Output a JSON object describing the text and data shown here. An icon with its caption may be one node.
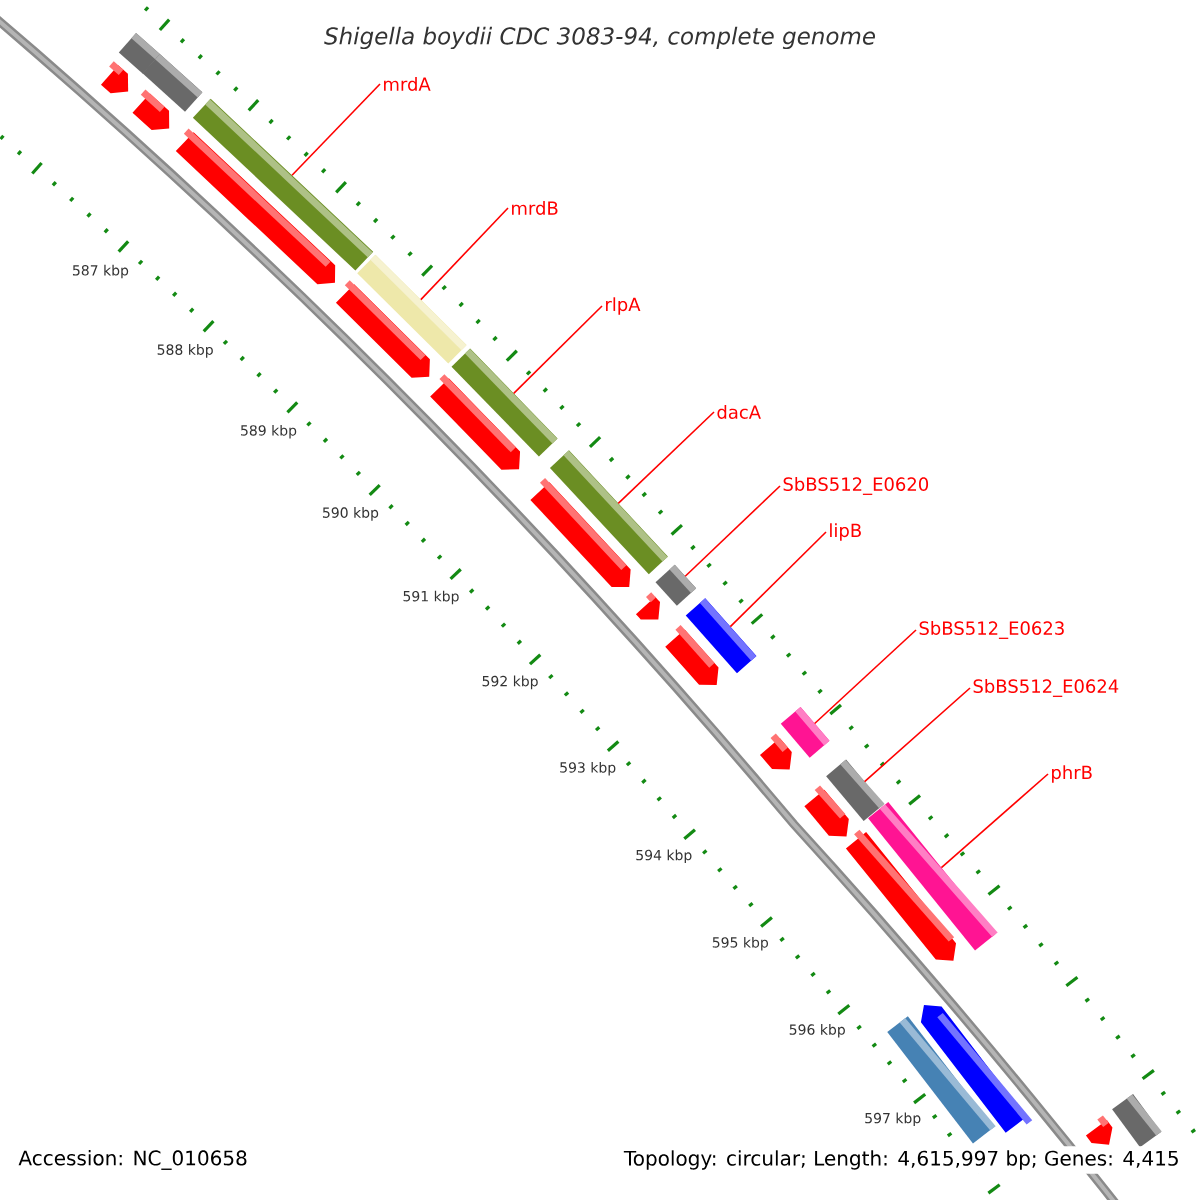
{
  "diagram": {
    "title": "Shigella boydii CDC 3083-94, complete genome",
    "nodes": [
      {
        "text": [
          "mrdA"
        ]
      },
      {
        "text": [
          "mrdB"
        ]
      },
      {
        "text": [
          "rlpA"
        ]
      },
      {
        "text": [
          "dacA"
        ]
      },
      {
        "text": [
          "SbBS512_E0620"
        ]
      },
      {
        "text": [
          "lipB"
        ]
      },
      {
        "text": [
          "SbBS512_E0623"
        ]
      },
      {
        "text": [
          "SbBS512_E0624"
        ]
      },
      {
        "text": [
          "phrB"
        ]
      },
      {
        "text": [],
        "shape": "pentagon"
      },
      {
        "text": [],
        "shape": "bar"
      },
      {
        "text": [],
        "shape": "pentagon"
      },
      {
        "text": [],
        "shape": "bar"
      },
      {
        "text": [],
        "shape": "pentagon"
      },
      {
        "text": [],
        "shape": "bar"
      },
      {
        "text": [],
        "shape": "pentagon"
      },
      {
        "text": [],
        "shape": "bar"
      },
      {
        "text": [],
        "shape": "pentagon"
      },
      {
        "text": [],
        "shape": "bar"
      },
      {
        "text": [],
        "shape": "pentagon"
      },
      {
        "text": [],
        "shape": "bar"
      },
      {
        "text": [],
        "shape": "pentagon"
      },
      {
        "text": [],
        "shape": "bar"
      },
      {
        "text": [],
        "shape": "pentagon"
      },
      {
        "text": [],
        "shape": "bar"
      },
      {
        "text": [],
        "shape": "pentagon"
      },
      {
        "text": [],
        "shape": "bar"
      },
      {
        "text": [],
        "shape": "pentagon"
      },
      {
        "text": [],
        "shape": "bar"
      },
      {
        "text": [],
        "shape": "pentagon"
      },
      {
        "text": [],
        "shape": "bar"
      },
      {
        "text": [],
        "shape": "bar"
      },
      {
        "text": [],
        "shape": "pentagon"
      },
      {
        "text": [],
        "shape": "pentagon"
      },
      {
        "text": [],
        "shape": "bar"
      }
    ],
    "edges": [
      {
        "from": 0,
        "to": 14,
        "arrow": "none"
      },
      {
        "from": 1,
        "to": 16,
        "arrow": "none"
      },
      {
        "from": 2,
        "to": 18,
        "arrow": "none"
      },
      {
        "from": 3,
        "to": 20,
        "arrow": "none"
      },
      {
        "from": 4,
        "to": 22,
        "arrow": "none"
      },
      {
        "from": 5,
        "to": 24,
        "arrow": "none"
      },
      {
        "from": 6,
        "to": 26,
        "arrow": "none"
      },
      {
        "from": 7,
        "to": 28,
        "arrow": "none"
      },
      {
        "from": 8,
        "to": 30,
        "arrow": "none"
      }
    ],
    "labels": [
      "587 kbp",
      "588 kbp",
      "589 kbp",
      "590 kbp",
      "591 kbp",
      "592 kbp",
      "593 kbp",
      "594 kbp",
      "595 kbp",
      "596 kbp",
      "597 kbp",
      "Accession: NC_010658",
      "Topology: circular; Length: 4,615,997 bp; Genes: 4,415"
    ]
  }
}
